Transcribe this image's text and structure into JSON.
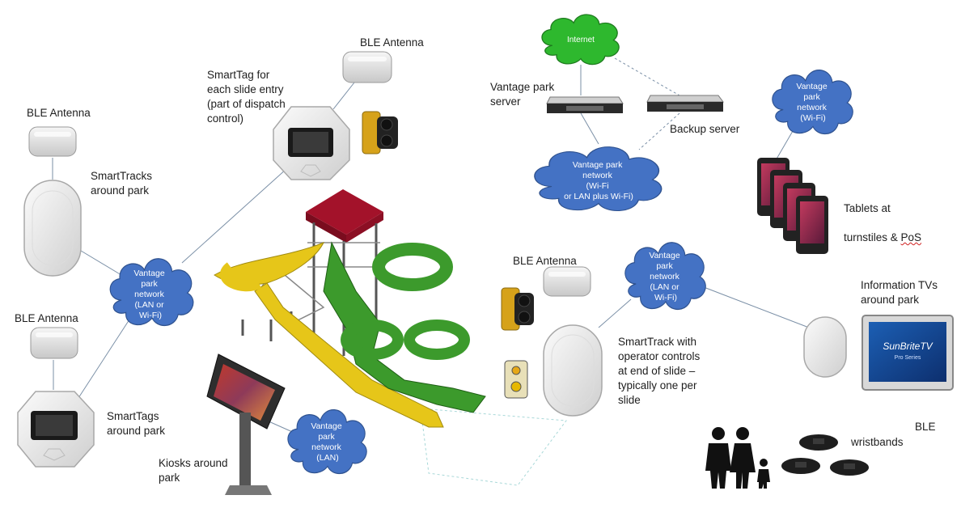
{
  "labels": {
    "ble_top": "BLE Antenna",
    "smarttag_entry": "SmartTag for\neach slide entry\n(part of dispatch\ncontrol)",
    "ble_left_top": "BLE Antenna",
    "smarttracks": "SmartTracks\naround park",
    "ble_left_bottom": "BLE Antenna",
    "smarttags_park": "SmartTags\naround park",
    "kiosks": "Kiosks around\npark",
    "park_server": "Vantage park\nserver",
    "backup_server": "Backup server",
    "tablets_line1": "Tablets at",
    "tablets_line2a": "turnstiles & ",
    "tablets_line2b": "PoS",
    "ble_mid": "BLE Antenna",
    "smarttrack_operator": "SmartTrack with\noperator controls\nat end of slide –\ntypically one per\nslide",
    "info_tvs": "Information TVs\naround park",
    "ble_wrist": "BLE",
    "wristbands": "wristbands"
  },
  "clouds": {
    "internet": "Internet",
    "left": [
      "Vantage",
      "park",
      "network",
      "(LAN or",
      "Wi-Fi)"
    ],
    "center": [
      "Vantage park",
      "network",
      "(Wi-Fi",
      "or LAN plus Wi-Fi)"
    ],
    "topright": [
      "Vantage",
      "park",
      "network",
      "(Wi-Fi)"
    ],
    "midright": [
      "Vantage",
      "park",
      "network",
      "(LAN or",
      "Wi-Fi)"
    ],
    "kiosk": [
      "Vantage",
      "park",
      "network",
      "(LAN)"
    ]
  },
  "tv": {
    "brand": "SunBriteTV",
    "series": "Pro Series"
  },
  "colors": {
    "cloud_blue": "#4472c4",
    "cloud_green": "#2eb82e",
    "slide_yellow": "#e6c619",
    "slide_green": "#3c9a2c",
    "roof_red": "#a3122a"
  }
}
